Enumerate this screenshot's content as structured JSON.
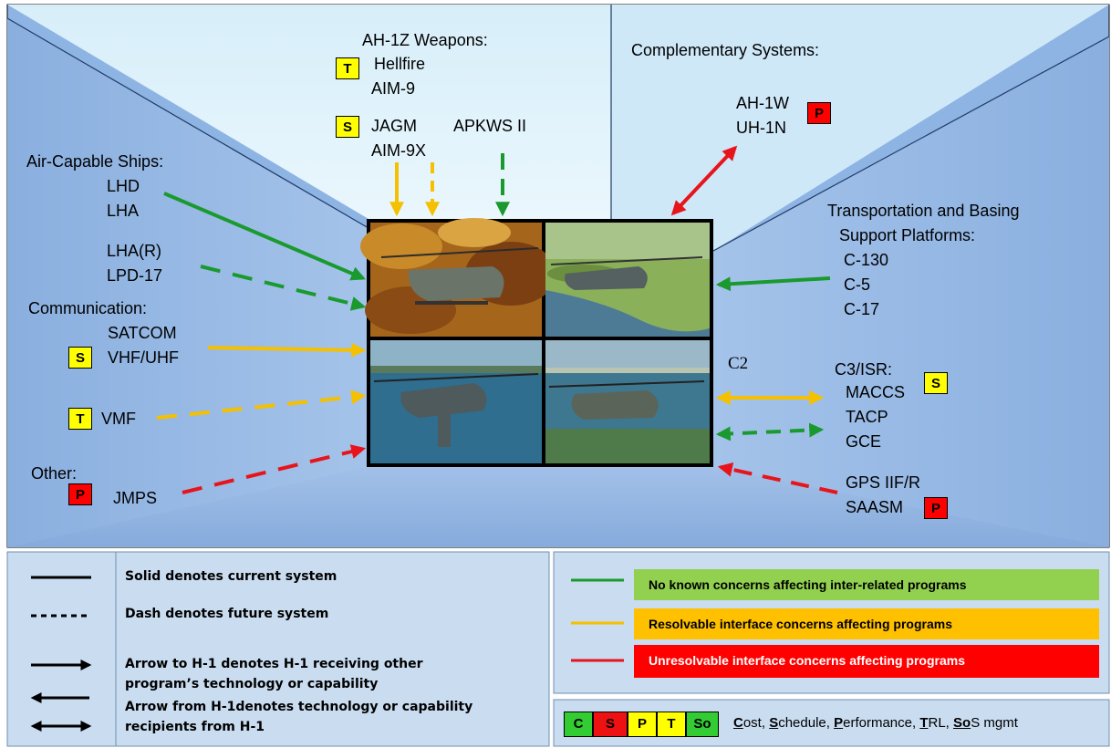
{
  "groups": {
    "weapons": {
      "title": "AH-1Z Weapons:",
      "items": [
        "Hellfire",
        "AIM-9",
        "JAGM",
        "AIM-9X",
        "APKWS II"
      ]
    },
    "complementary": {
      "title": "Complementary Systems:",
      "items": [
        "AH-1W",
        "UH-1N"
      ]
    },
    "ships": {
      "title": "Air-Capable Ships:",
      "items": [
        "LHD",
        "LHA",
        "LHA(R)",
        "LPD-17"
      ]
    },
    "transport": {
      "title_line1": "Transportation and Basing",
      "title_line2": "Support Platforms:",
      "items": [
        "C-130",
        "C-5",
        "C-17"
      ]
    },
    "communication": {
      "title": "Communication:",
      "items": [
        "SATCOM",
        "VHF/UHF",
        "VMF"
      ]
    },
    "c2": "C2",
    "c3isr": {
      "title": "C3/ISR:",
      "items": [
        "MACCS",
        "TACP",
        "GCE"
      ]
    },
    "other": {
      "title": "Other:",
      "items": [
        "JMPS"
      ]
    },
    "gps": {
      "items": [
        "GPS IIF/R",
        "SAASM"
      ]
    }
  },
  "badges": {
    "s": "S",
    "t": "T",
    "p": "P"
  },
  "legend_lines": {
    "solid": "Solid denotes current system",
    "dash": "Dash denotes future system",
    "arrow_to_1": "Arrow to H-1 denotes H-1 receiving other",
    "arrow_to_2": "program’s technology or capability",
    "arrow_from_1": "Arrow from H-1denotes technology or capability",
    "arrow_from_2": "recipients from H-1"
  },
  "legend_colors": {
    "green": "No known concerns affecting inter-related programs",
    "yellow": "Resolvable interface concerns affecting programs",
    "red": "Unresolvable interface concerns affecting programs"
  },
  "csptso": {
    "boxes": [
      "C",
      "S",
      "P",
      "T",
      "So"
    ],
    "key": [
      {
        "initial": "C",
        "rest": "ost, "
      },
      {
        "initial": "S",
        "rest": "chedule, "
      },
      {
        "initial": "P",
        "rest": "erformance, "
      },
      {
        "initial": "T",
        "rest": "RL, "
      },
      {
        "initial": "So",
        "rest": "S mgmt"
      }
    ]
  },
  "colors": {
    "background_blue": "#8eb4e3",
    "light_blue": "#dff2fb",
    "green": "#1a9a2e",
    "yellow": "#f5c000",
    "red": "#e8141b",
    "legend_green": "#92d050",
    "legend_yellow": "#ffc000",
    "legend_red": "#ff0000"
  }
}
